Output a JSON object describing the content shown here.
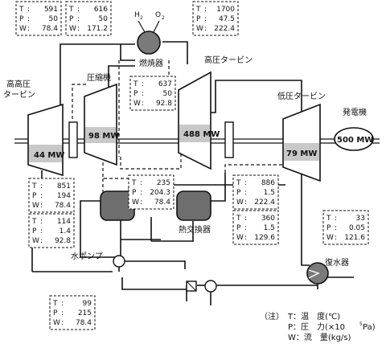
{
  "state_boxes": [
    {
      "id": "s1",
      "T": "591",
      "P": "50",
      "W": "78.4"
    },
    {
      "id": "s2",
      "T": "616",
      "P": "50",
      "W": "171.2"
    },
    {
      "id": "s3",
      "T": "1700",
      "P": "47.5",
      "W": "222.4"
    },
    {
      "id": "s4",
      "T": "637",
      "P": "50",
      "W": "92.8"
    },
    {
      "id": "s5",
      "T": "851",
      "P": "194",
      "W": "78.4"
    },
    {
      "id": "s6",
      "T": "114",
      "P": "1.4",
      "W": "92.8"
    },
    {
      "id": "s7",
      "T": "235",
      "P": "204.3",
      "W": "78.4"
    },
    {
      "id": "s8",
      "T": "886",
      "P": "1.5",
      "W": "222.4"
    },
    {
      "id": "s9",
      "T": "360",
      "P": "1.5",
      "W": "129.6"
    },
    {
      "id": "s10",
      "T": "99",
      "P": "215",
      "W": "78.4"
    },
    {
      "id": "s11",
      "T": "33",
      "P": "0.05",
      "W": "121.6"
    }
  ],
  "labels": {
    "h2": "H",
    "h2_sub": "2",
    "o2": "O",
    "o2_sub": "2",
    "combustor": "燃焼器",
    "hp_turbine": "高圧タービン",
    "vhp_turbine_1": "高高圧",
    "vhp_turbine_2": "タービン",
    "compressor": "圧縮機",
    "lp_turbine": "低圧タービン",
    "generator": "発電機",
    "heat_exchanger": "熱交換器",
    "water_pump": "水ポンプ",
    "condenser": "復水器",
    "mw_vhp": "44 MW",
    "mw_comp": "98 MW",
    "mw_hp": "488 MW",
    "mw_lp": "79 MW",
    "mw_gen": "500 MW"
  },
  "legend": {
    "note": "（注）",
    "t_line": "T：温　度(℃)",
    "p_line": "P：圧　力(×10",
    "p_exp": "5",
    "p_unit": " Pa)",
    "w_line": "W：流　量(kg/s)"
  },
  "row_keys": {
    "T": "T",
    "P": "P",
    "W": "W",
    "colon": ":"
  }
}
